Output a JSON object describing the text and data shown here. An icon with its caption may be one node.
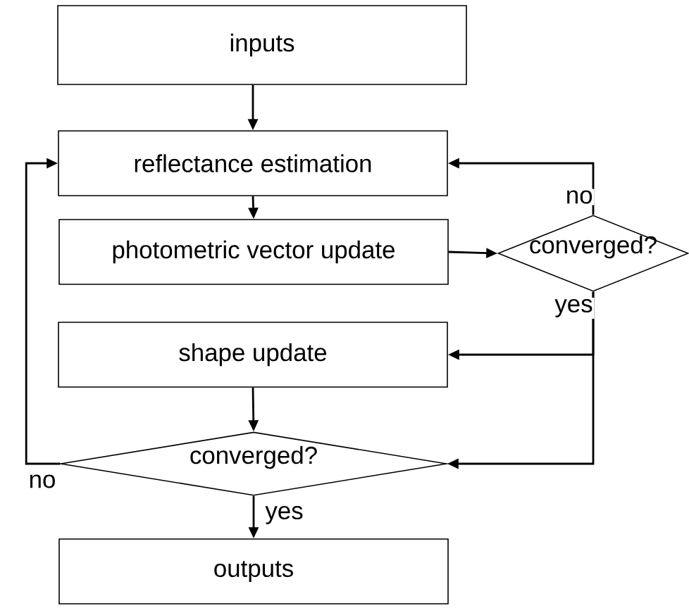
{
  "diagram": {
    "nodes": [
      {
        "text": [
          "inputs"
        ]
      },
      {
        "text": [
          "reflectance estimation"
        ]
      },
      {
        "text": [
          "photometric vector update"
        ]
      },
      {
        "text": [
          "converged?"
        ]
      },
      {
        "text": [
          "shape update"
        ]
      },
      {
        "text": [
          "converged?"
        ]
      },
      {
        "text": [
          "outputs"
        ]
      }
    ],
    "edges": [
      {
        "from": 0,
        "to": 1,
        "arrow": "to"
      },
      {
        "from": 1,
        "to": 2,
        "arrow": "to"
      },
      {
        "from": 2,
        "to": 3,
        "arrow": "to"
      },
      {
        "from": 3,
        "to": 1,
        "arrow": "to",
        "label": "no"
      },
      {
        "from": 3,
        "to": 4,
        "arrow": "to",
        "label": "yes"
      },
      {
        "from": 3,
        "to": 5,
        "arrow": "to"
      },
      {
        "from": 4,
        "to": 5,
        "arrow": "to"
      },
      {
        "from": 5,
        "to": 1,
        "arrow": "to",
        "label": "no"
      },
      {
        "from": 5,
        "to": 6,
        "arrow": "to",
        "label": "yes"
      }
    ]
  }
}
